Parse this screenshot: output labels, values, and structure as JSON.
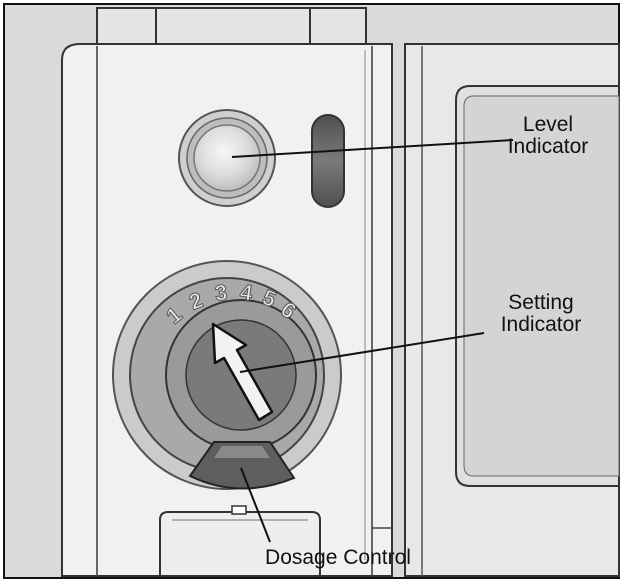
{
  "labels": {
    "level_indicator": [
      "Level",
      "Indicator"
    ],
    "setting_indicator": [
      "Setting",
      "Indicator"
    ],
    "dosage_control": "Dosage Control"
  },
  "dial": {
    "numbers": [
      "1",
      "2",
      "3",
      "4",
      "5",
      "6"
    ],
    "selected_setting": 2
  },
  "colors": {
    "frame": "#d9d9d9",
    "panel": "#efefef",
    "dial_ring": "#a8a8a8",
    "dial_center": "#7b7b7b",
    "dosage_dark": "#5e5e5e",
    "sight_window": "#6a6a6a",
    "outline": "#111111"
  }
}
